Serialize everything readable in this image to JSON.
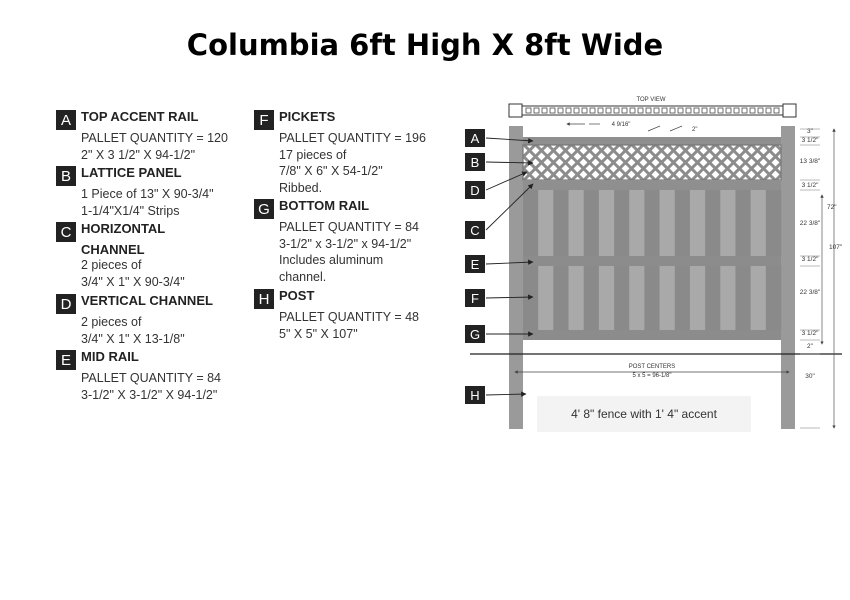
{
  "title": "Columbia 6ft High X 8ft Wide",
  "parts": [
    {
      "letter": "A",
      "name": "TOP ACCENT RAIL",
      "lines": [
        "PALLET QUANTITY = 120",
        "2\" X 3 1/2\" X 94-1/2\""
      ]
    },
    {
      "letter": "B",
      "name": "LATTICE PANEL",
      "lines": [
        "1 Piece of 13\" X 90-3/4\"",
        "1-1/4\"X1/4\" Strips"
      ]
    },
    {
      "letter": "C",
      "name": "HORIZONTAL",
      "name2": "CHANNEL",
      "lines": [
        "2 pieces of",
        "3/4\" X 1\" X 90-3/4\""
      ]
    },
    {
      "letter": "D",
      "name": "VERTICAL CHANNEL",
      "lines": [
        "2 pieces of",
        "3/4\" X 1\" X 13-1/8\""
      ]
    },
    {
      "letter": "E",
      "name": "MID RAIL",
      "lines": [
        "PALLET QUANTITY = 84",
        "3-1/2\" X 3-1/2\" X 94-1/2\""
      ]
    },
    {
      "letter": "F",
      "name": "PICKETS",
      "lines": [
        "PALLET QUANTITY = 196",
        "17 pieces of",
        "7/8\" X 6\" X 54-1/2\"",
        "Ribbed."
      ]
    },
    {
      "letter": "G",
      "name": "BOTTOM RAIL",
      "lines": [
        "PALLET QUANTITY = 84",
        "3-1/2\" x 3-1/2\" x 94-1/2\"",
        "Includes aluminum",
        "channel."
      ]
    },
    {
      "letter": "H",
      "name": "POST",
      "lines": [
        "PALLET QUANTITY = 48",
        "5\" X 5\" X 107\""
      ]
    }
  ],
  "diagram": {
    "top_view_label": "TOP VIEW",
    "top_dim_1": "4 9/16\"",
    "top_dim_2": "2\"",
    "callouts": [
      "A",
      "B",
      "D",
      "C",
      "E",
      "F",
      "G",
      "H"
    ],
    "right_dims": [
      "3\"",
      "3 1/2\"",
      "13 3/8\"",
      "3 1/2\"",
      "22 3/8\"",
      "3 1/2\"",
      "22 3/8\"",
      "3 1/2\"",
      "2\"",
      "30\""
    ],
    "overall_72": "72\"",
    "overall_107": "107\"",
    "post_centers_label": "POST CENTERS",
    "post_centers_value": "5 x 5 = 96-1/8\"",
    "caption": "4' 8\" fence with 1' 4\" accent"
  },
  "colors": {
    "post": "#9a9a9a",
    "rail": "#8f8f8f",
    "picket_dark": "#8a8a8a",
    "picket_light": "#a9a9a9",
    "lattice": "#8c8c8c",
    "badge": "#222222"
  }
}
